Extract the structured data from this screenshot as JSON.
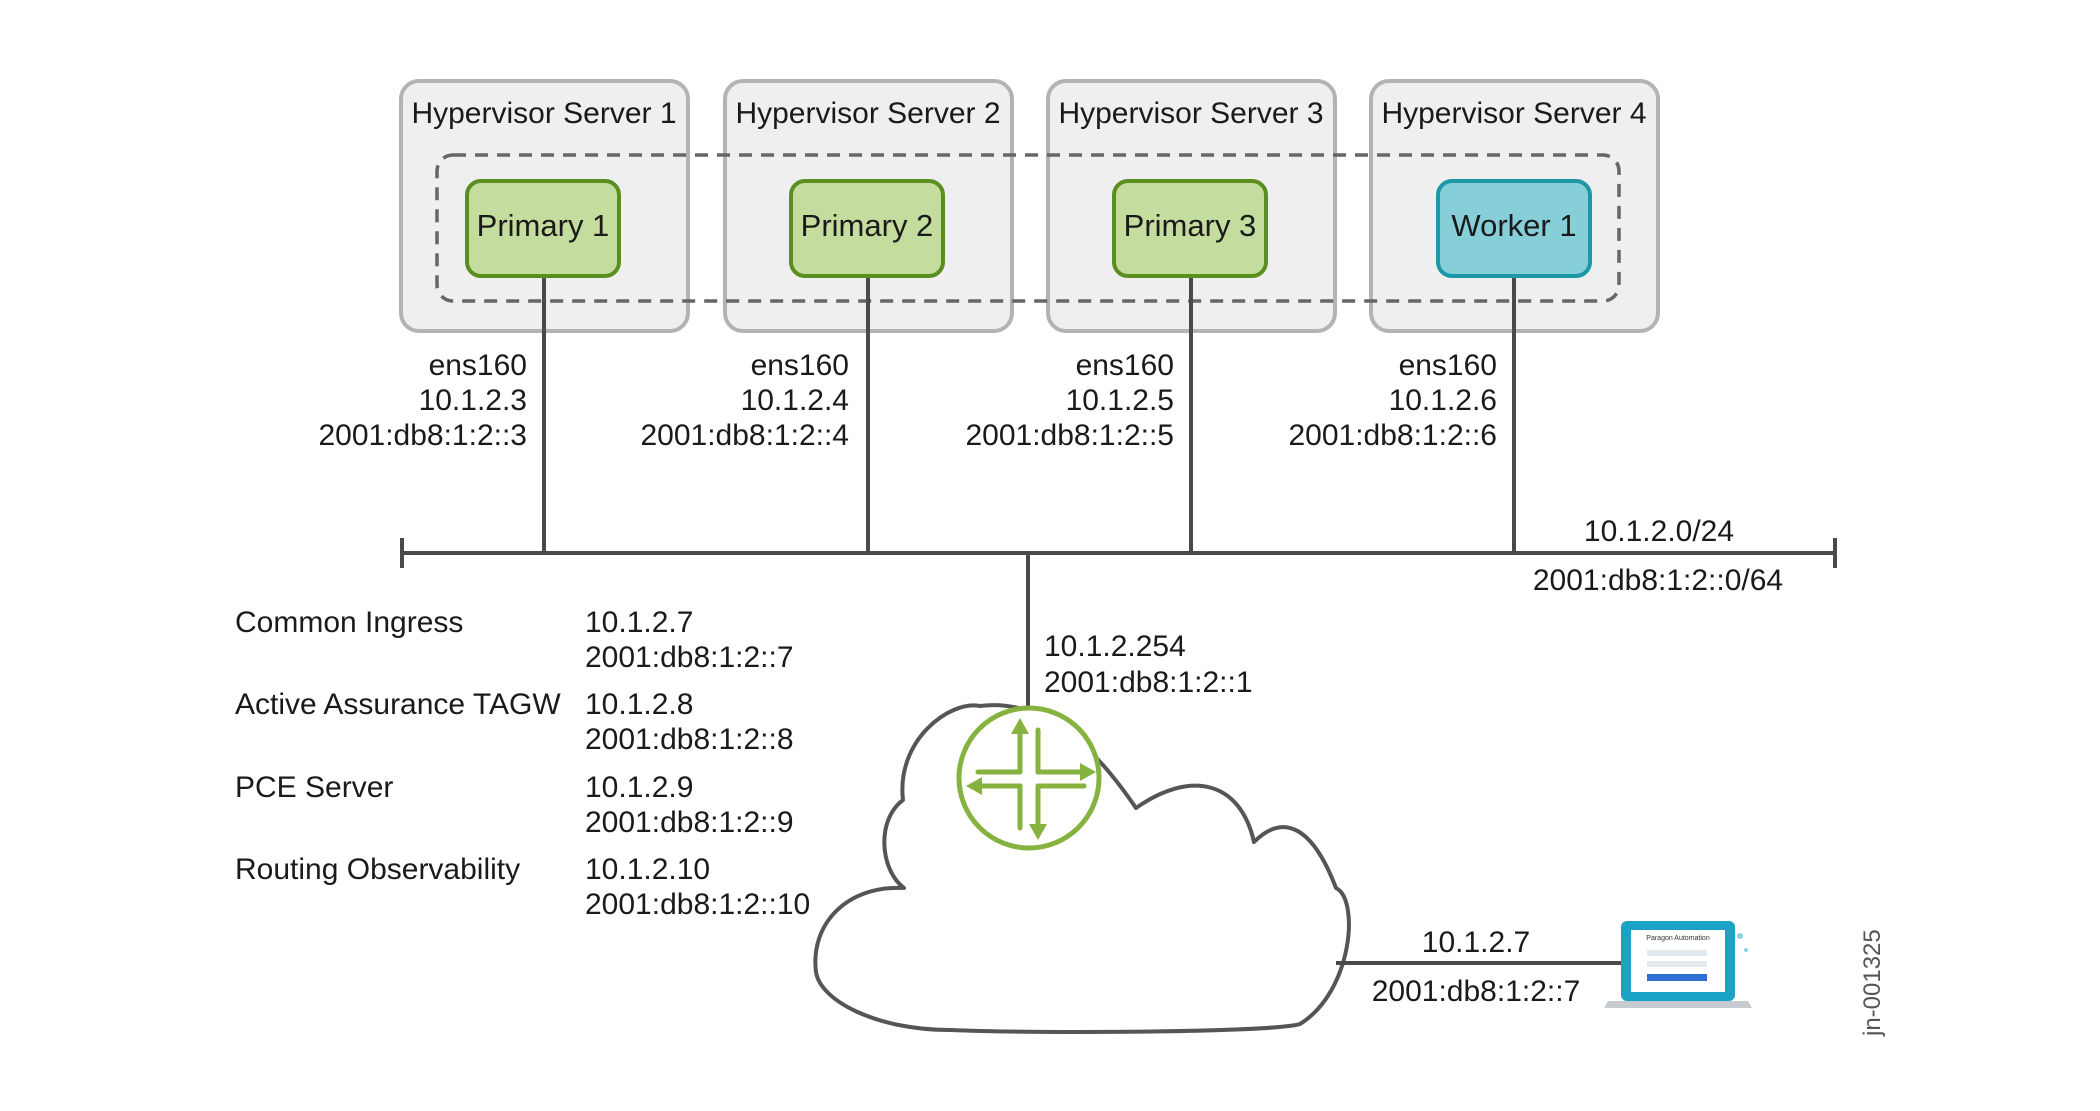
{
  "colors": {
    "server_fill": "#efefef",
    "server_stroke": "#b3b3b3",
    "primary_fill": "#c4dc9e",
    "primary_stroke": "#5a8f1f",
    "worker_fill": "#86cfd8",
    "worker_stroke": "#1d98a6",
    "line": "#4a4a4a",
    "router": "#86b23f",
    "laptop_screen": "#1aa3c4"
  },
  "servers": [
    {
      "title": "Hypervisor Server 1",
      "node": "Primary 1",
      "role": "primary",
      "iface": "ens160",
      "ipv4": "10.1.2.3",
      "ipv6": "2001:db8:1:2::3"
    },
    {
      "title": "Hypervisor Server 2",
      "node": "Primary 2",
      "role": "primary",
      "iface": "ens160",
      "ipv4": "10.1.2.4",
      "ipv6": "2001:db8:1:2::4"
    },
    {
      "title": "Hypervisor Server 3",
      "node": "Primary 3",
      "role": "primary",
      "iface": "ens160",
      "ipv4": "10.1.2.5",
      "ipv6": "2001:db8:1:2::5"
    },
    {
      "title": "Hypervisor Server 4",
      "node": "Worker 1",
      "role": "worker",
      "iface": "ens160",
      "ipv4": "10.1.2.6",
      "ipv6": "2001:db8:1:2::6"
    }
  ],
  "subnet": {
    "ipv4": "10.1.2.0/24",
    "ipv6": "2001:db8:1:2::0/64"
  },
  "gateway": {
    "ipv4": "10.1.2.254",
    "ipv6": "2001:db8:1:2::1"
  },
  "vips": [
    {
      "name": "Common Ingress",
      "ipv4": "10.1.2.7",
      "ipv6": "2001:db8:1:2::7"
    },
    {
      "name": "Active Assurance TAGW",
      "ipv4": "10.1.2.8",
      "ipv6": "2001:db8:1:2::8"
    },
    {
      "name": "PCE Server",
      "ipv4": "10.1.2.9",
      "ipv6": "2001:db8:1:2::9"
    },
    {
      "name": "Routing Observability",
      "ipv4": "10.1.2.10",
      "ipv6": "2001:db8:1:2::10"
    }
  ],
  "client": {
    "ipv4": "10.1.2.7",
    "ipv6": "2001:db8:1:2::7",
    "screen_title": "Paragon Automation"
  },
  "figure_id": "jn-001325"
}
